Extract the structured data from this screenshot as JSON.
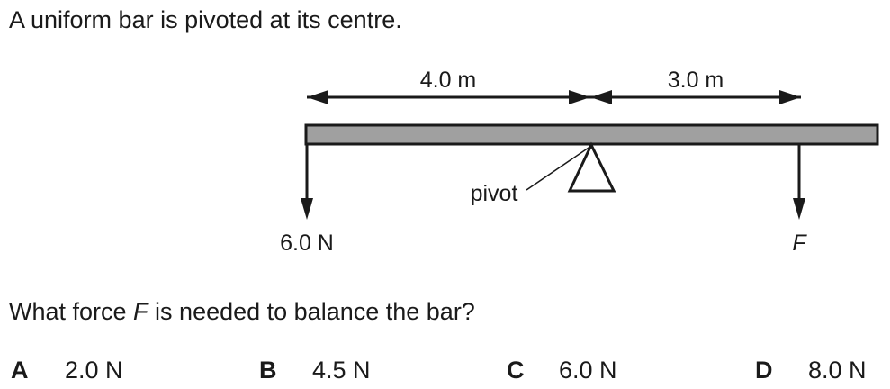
{
  "intro": "A uniform bar is pivoted at its centre.",
  "diagram": {
    "left_distance": "4.0 m",
    "right_distance": "3.0 m",
    "pivot_label": "pivot",
    "left_force": "6.0 N",
    "right_force": "F"
  },
  "question": {
    "before": "What force ",
    "var": "F",
    "after": " is needed to balance the bar?"
  },
  "options": [
    {
      "letter": "A",
      "value": "2.0 N"
    },
    {
      "letter": "B",
      "value": "4.5 N"
    },
    {
      "letter": "C",
      "value": "6.0 N"
    },
    {
      "letter": "D",
      "value": "8.0 N"
    }
  ]
}
